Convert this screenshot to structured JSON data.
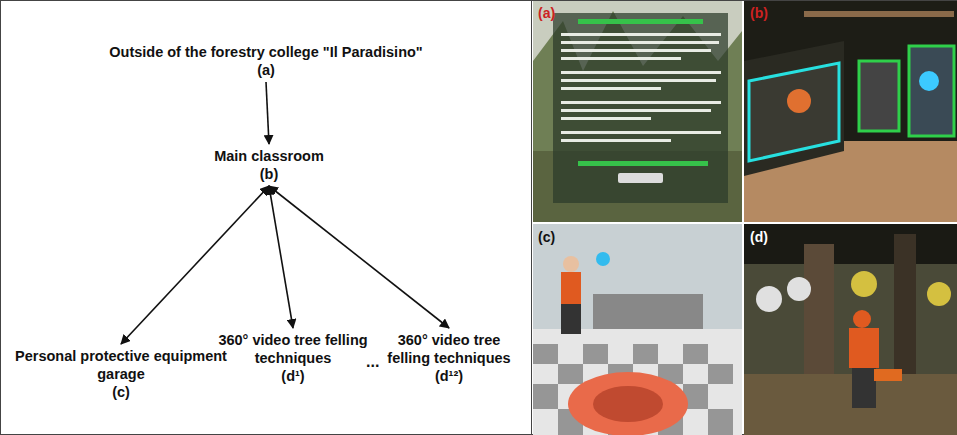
{
  "diagram": {
    "nodes": [
      {
        "text": [
          "Outside of the forestry college \"Il Paradisino\"",
          "(a)"
        ]
      },
      {
        "text": [
          "Main classroom",
          "(b)"
        ]
      },
      {
        "text": [
          "Personal protective equipment garage",
          "(c)"
        ]
      },
      {
        "text": [
          "360° video tree felling techniques",
          "(d¹)"
        ]
      },
      {
        "text": [
          "360° video tree felling techniques",
          "(d¹²)"
        ]
      }
    ],
    "edges": [
      {
        "from": 0,
        "to": 1,
        "arrow": "to"
      },
      {
        "from": 1,
        "to": 2,
        "arrow": "both"
      },
      {
        "from": 1,
        "to": 3,
        "arrow": "both"
      },
      {
        "from": 1,
        "to": 4,
        "arrow": "both"
      }
    ],
    "labels": [
      "...",
      "(a)",
      "(b)",
      "(c)",
      "(d)"
    ]
  }
}
